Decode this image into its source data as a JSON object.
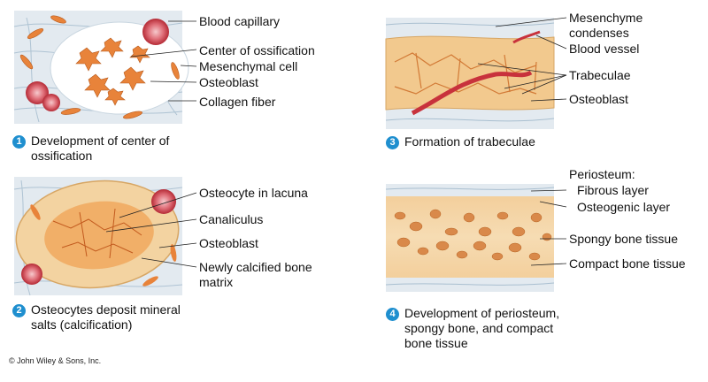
{
  "panels": [
    {
      "step": "1",
      "caption_line1": "Development of center of",
      "caption_line2": "ossification",
      "labels": [
        "Blood capillary",
        "Center of ossification",
        "Mesenchymal cell",
        "Osteoblast",
        "Collagen fiber"
      ]
    },
    {
      "step": "2",
      "caption_line1": "Osteocytes deposit mineral",
      "caption_line2": "salts   (calcification)",
      "labels": [
        "Osteocyte in lacuna",
        "Canaliculus",
        "Osteoblast",
        "Newly calcified bone",
        "matrix"
      ]
    },
    {
      "step": "3",
      "caption_line1": "Formation of trabeculae",
      "labels": [
        "Mesenchyme",
        "condenses",
        "Blood vessel",
        "Trabeculae",
        "Osteoblast"
      ]
    },
    {
      "step": "4",
      "caption_line1": "Development of periosteum,",
      "caption_line2": "spongy bone, and compact",
      "caption_line3": "bone tissue",
      "labels": [
        "Periosteum:",
        "Fibrous layer",
        "Osteogenic layer",
        "Spongy bone tissue",
        "Compact bone tissue"
      ]
    }
  ],
  "copyright": "© John Wiley & Sons, Inc.",
  "colors": {
    "badge": "#1f8fcf",
    "tissue_bg": "#dfe7ee",
    "bone": "#f2c98e",
    "cell": "#e8833a",
    "capillary": "#c8323c",
    "fiber": "#9bb4c8"
  }
}
